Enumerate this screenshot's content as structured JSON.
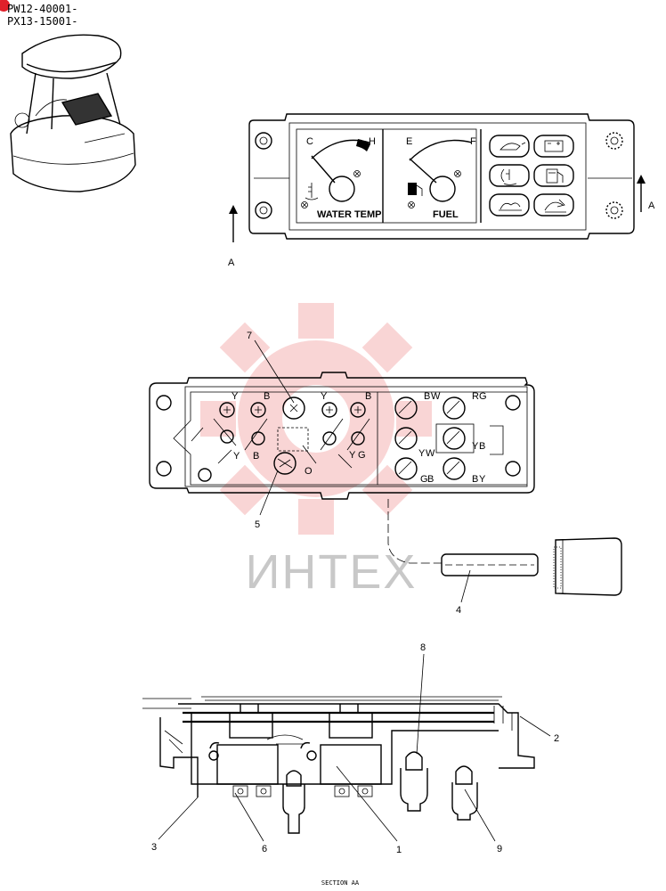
{
  "serials": [
    "PW12-40001-",
    "PX13-15001-"
  ],
  "gauges": {
    "water_temp": "WATER TEMP",
    "fuel": "FUEL",
    "water_low": "C",
    "water_high": "H",
    "fuel_low": "E",
    "fuel_high": "F"
  },
  "section_marker": "A",
  "callouts": [
    "1",
    "2",
    "3",
    "4",
    "5",
    "6",
    "7",
    "8",
    "9"
  ],
  "terminal_codes": [
    "Y",
    "B",
    "Y",
    "B",
    "Y",
    "B",
    "Y",
    "G",
    "O",
    "B",
    "W",
    "R",
    "G",
    "Y",
    "B",
    "Y",
    "W",
    "G",
    "B",
    "B",
    "Y"
  ],
  "watermark": "ИНТЕХ",
  "section_caption": "SECTION AA",
  "colors": {
    "watermark": "#f08c8c",
    "marker_dot": "#e0202a"
  }
}
